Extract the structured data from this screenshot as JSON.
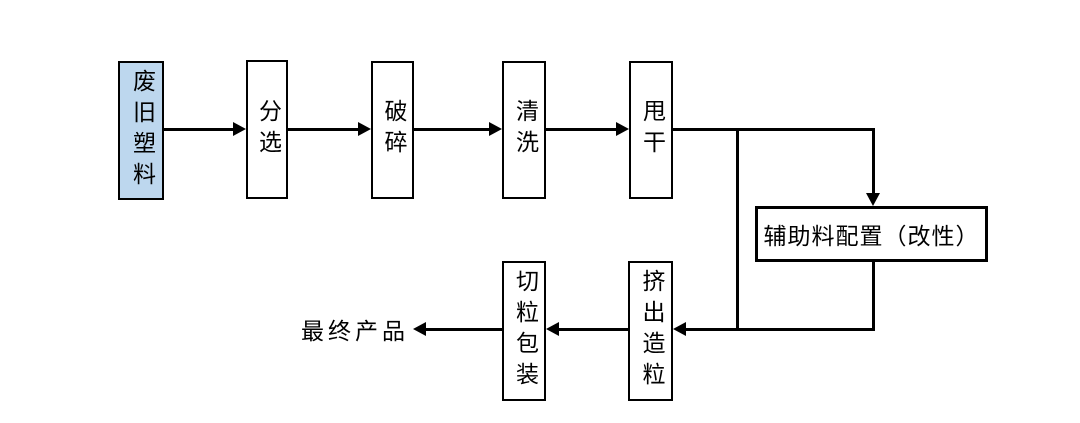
{
  "diagram": {
    "type": "flowchart",
    "background_color": "#ffffff",
    "line_color": "#000000",
    "box_border_color": "#000000",
    "nodes": [
      {
        "id": "waste-plastic",
        "label": "废旧塑料",
        "fill": "#bdd7ee",
        "text_orientation": "vertical"
      },
      {
        "id": "sorting",
        "label": "分选",
        "fill": "#ffffff",
        "text_orientation": "vertical"
      },
      {
        "id": "crushing",
        "label": "破碎",
        "fill": "#ffffff",
        "text_orientation": "vertical"
      },
      {
        "id": "washing",
        "label": "清洗",
        "fill": "#ffffff",
        "text_orientation": "vertical"
      },
      {
        "id": "spin-dry",
        "label": "甩干",
        "fill": "#ffffff",
        "text_orientation": "vertical"
      },
      {
        "id": "auxiliary-material-config",
        "label": "辅助料配置（改性）",
        "fill": "#ffffff",
        "text_orientation": "horizontal"
      },
      {
        "id": "extrusion-granulation",
        "label": "挤出造粒",
        "fill": "#ffffff",
        "text_orientation": "vertical"
      },
      {
        "id": "cutting-packaging",
        "label": "切粒包装",
        "fill": "#ffffff",
        "text_orientation": "vertical"
      }
    ],
    "end_label": "最终产品",
    "edges": [
      "废旧塑料 → 分选",
      "分选 → 破碎",
      "破碎 → 清洗",
      "清洗 → 甩干",
      "甩干 → 辅助料配置（改性）",
      "甩干 → 挤出造粒",
      "辅助料配置（改性） → 挤出造粒",
      "挤出造粒 → 切粒包装",
      "切粒包装 → 最终产品"
    ]
  }
}
